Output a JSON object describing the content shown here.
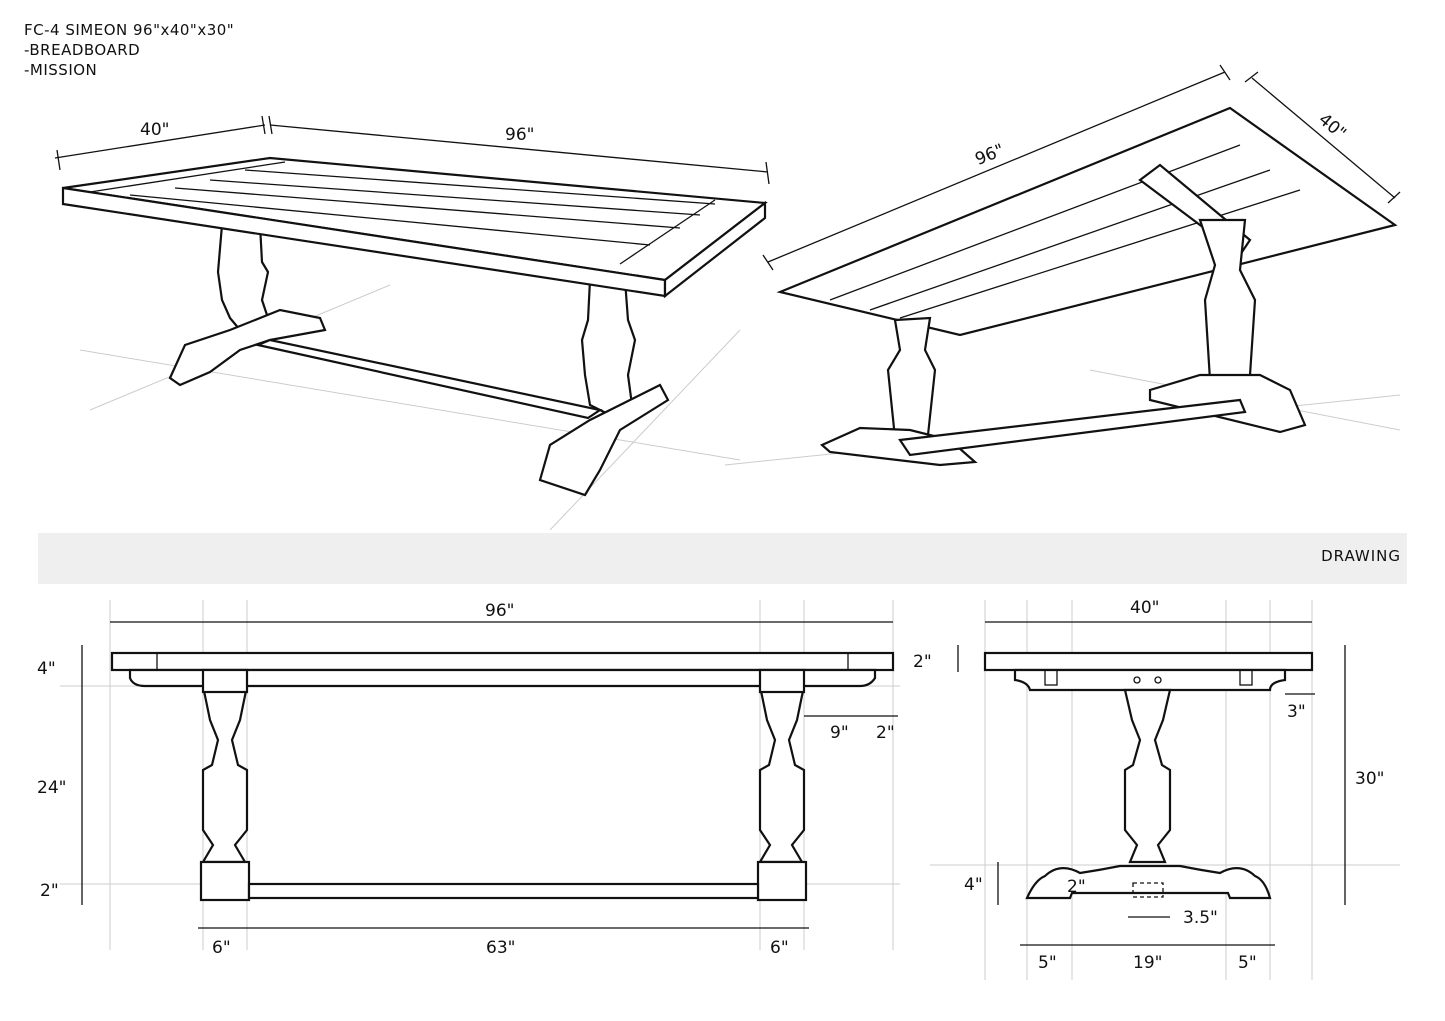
{
  "header": {
    "title": "FC-4 SIMEON 96\"x40\"x30\"",
    "options": [
      "-BREADBOARD",
      "-MISSION"
    ]
  },
  "perspective_top_view": {
    "width_label": "40\"",
    "length_label": "96\""
  },
  "perspective_under_view": {
    "length_label": "96\"",
    "width_label": "40\""
  },
  "banner": {
    "label": "DRAWING"
  },
  "front_elevation": {
    "length": "96\"",
    "top_thickness": "4\"",
    "leg_height": "24\"",
    "stretcher_height": "2\"",
    "overhang": "9\"",
    "apron_offset": "2\"",
    "foot_left": "6\"",
    "stretcher_length": "63\"",
    "foot_right": "6\""
  },
  "side_elevation": {
    "width": "40\"",
    "top_thickness": "2\"",
    "apron_inset": "3\"",
    "total_height": "30\"",
    "foot_height": "4\"",
    "notch_height": "2\"",
    "notch_width": "3.5\"",
    "foot_left": "5\"",
    "foot_center": "19\"",
    "foot_right": "5\""
  }
}
